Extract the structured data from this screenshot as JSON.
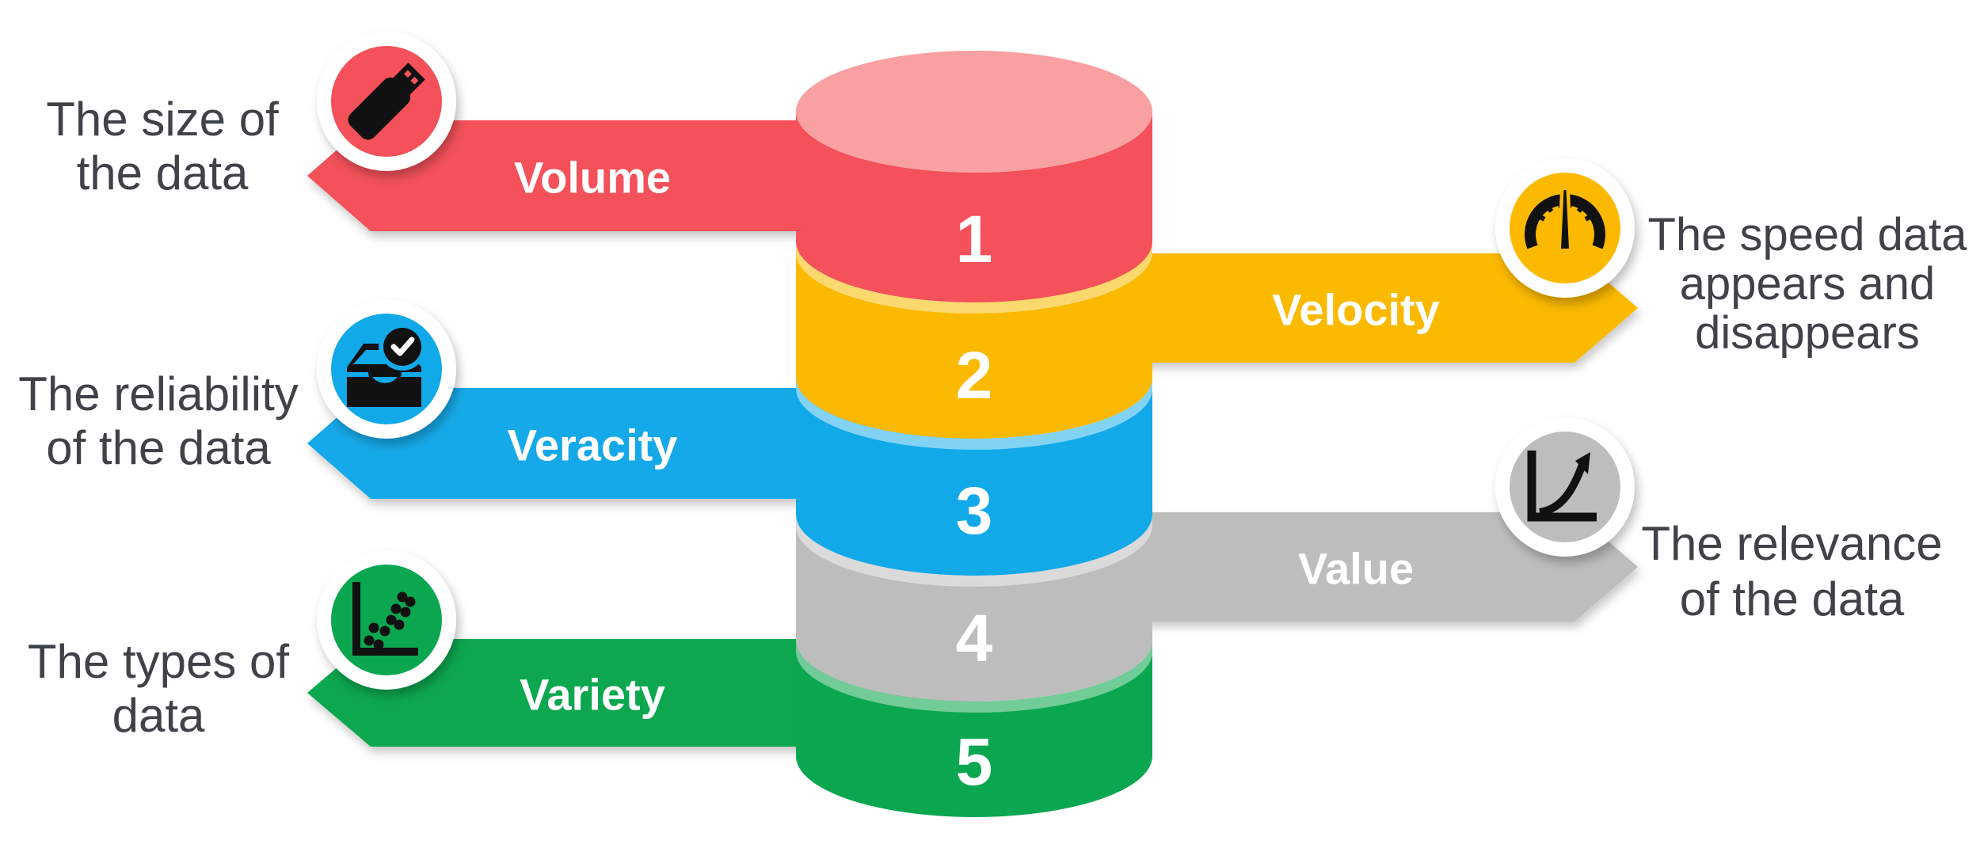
{
  "title": "5 Vs of Big Data infographic",
  "colors": {
    "red": "#f4515a",
    "red_top": "#f9a0a2",
    "yellow": "#fbb901",
    "yellow_rim": "#fbd96f",
    "blue": "#12a9e9",
    "blue_rim": "#82d3f3",
    "gray": "#bdbdbd",
    "gray_rim": "#dadada",
    "green": "#0ba750",
    "green_rim": "#72cc98",
    "icon_black": "#111111",
    "text": "#3f4347"
  },
  "cylinder": {
    "segments": [
      {
        "number": "1",
        "color_key": "red"
      },
      {
        "number": "2",
        "color_key": "yellow"
      },
      {
        "number": "3",
        "color_key": "blue"
      },
      {
        "number": "4",
        "color_key": "gray"
      },
      {
        "number": "5",
        "color_key": "green"
      }
    ]
  },
  "callouts": {
    "left": [
      {
        "label": "Volume",
        "icon": "usb-drive-icon",
        "color_key": "red",
        "desc_lines": [
          "The size of",
          "the data"
        ]
      },
      {
        "label": "Veracity",
        "icon": "inbox-check-icon",
        "color_key": "blue",
        "desc_lines": [
          "The reliability",
          "of the data"
        ]
      },
      {
        "label": "Variety",
        "icon": "scatter-plot-icon",
        "color_key": "green",
        "desc_lines": [
          "The types of",
          "data"
        ]
      }
    ],
    "right": [
      {
        "label": "Velocity",
        "icon": "speedometer-icon",
        "color_key": "yellow",
        "desc_lines": [
          "The speed data",
          "appears and",
          "disappears"
        ]
      },
      {
        "label": "Value",
        "icon": "growth-chart-icon",
        "color_key": "gray",
        "desc_lines": [
          "The relevance",
          "of the data"
        ]
      }
    ]
  }
}
